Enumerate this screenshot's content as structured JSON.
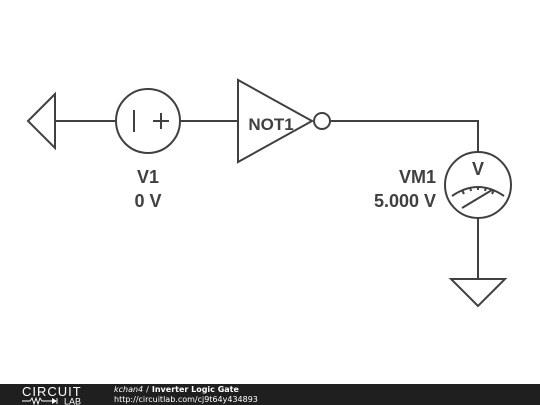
{
  "diagram": {
    "v1": {
      "name": "V1",
      "value": "0 V"
    },
    "not1": {
      "name": "NOT1"
    },
    "vm1": {
      "name": "VM1",
      "value": "5.000 V",
      "symbol": "V"
    }
  },
  "footer": {
    "logo_text": "CIRCUIT",
    "logo_sub": "LAB",
    "author": "kchan4",
    "separator": "/",
    "title": "Inverter Logic Gate",
    "url": "http://circuitlab.com/cj9t64y434893"
  },
  "colors": {
    "stroke": "#404040",
    "footer_bg": "#1f1f1f"
  }
}
